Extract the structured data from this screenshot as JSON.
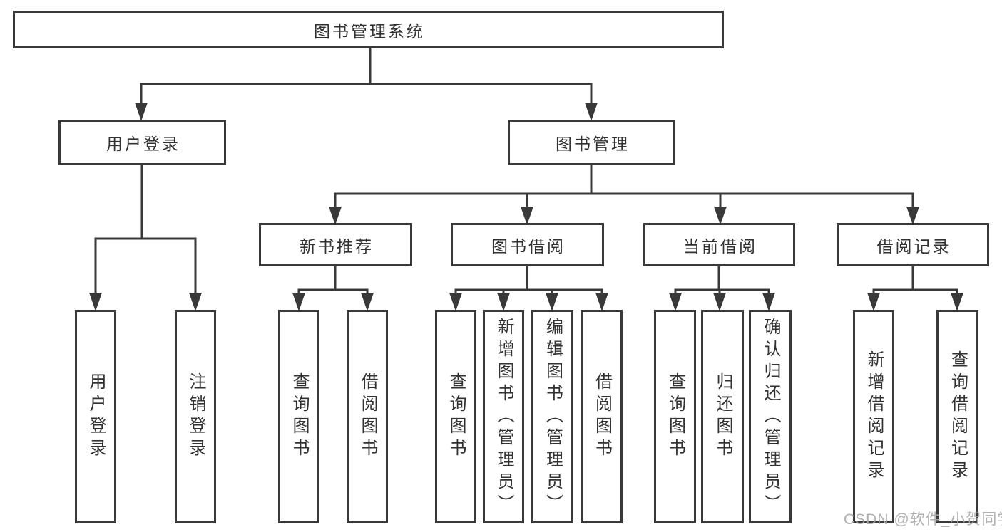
{
  "colors": {
    "line": "#393939",
    "box_border": "#393939",
    "text": "#323232",
    "background": "#ffffff",
    "watermark": "#ababab"
  },
  "tree": {
    "root": {
      "label": "图书管理系统"
    },
    "branches": [
      {
        "label": "用户登录",
        "children": [
          {
            "label": "用户登录"
          },
          {
            "label": "注销登录"
          }
        ]
      },
      {
        "label": "图书管理",
        "sections": [
          {
            "label": "新书推荐",
            "children": [
              {
                "label": "查询图书"
              },
              {
                "label": "借阅图书"
              }
            ]
          },
          {
            "label": "图书借阅",
            "children": [
              {
                "label": "查询图书"
              },
              {
                "label": "新增图书（管理员）"
              },
              {
                "label": "编辑图书（管理员）"
              },
              {
                "label": "借阅图书"
              }
            ]
          },
          {
            "label": "当前借阅",
            "children": [
              {
                "label": "查询图书"
              },
              {
                "label": "归还图书"
              },
              {
                "label": "确认归还（管理员）"
              }
            ]
          },
          {
            "label": "借阅记录",
            "children": [
              {
                "label": "新增借阅记录"
              },
              {
                "label": "查询借阅记录"
              }
            ]
          }
        ]
      }
    ]
  },
  "watermark": {
    "text": "CSDN @软件_小贺同学"
  }
}
